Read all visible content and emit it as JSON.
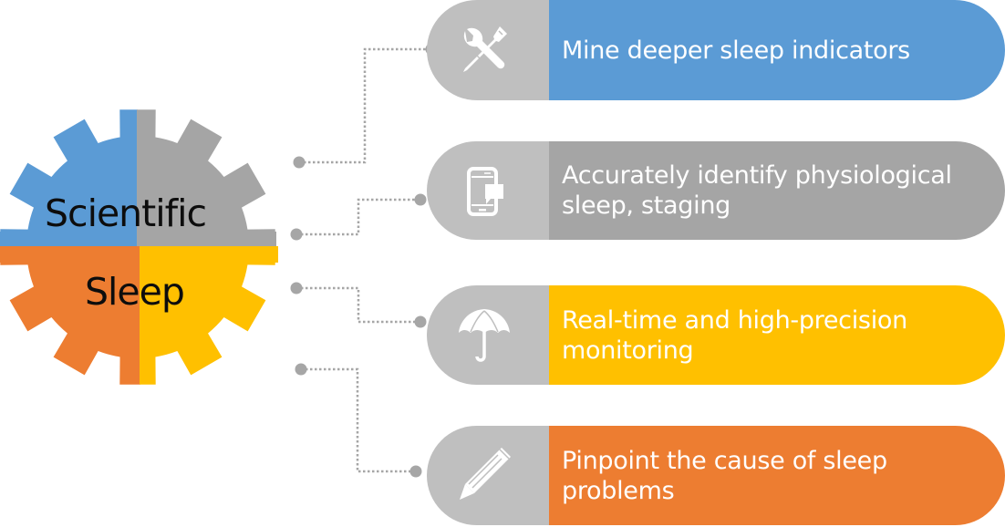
{
  "diagram": {
    "gear": {
      "label_top": "Scientific",
      "label_bottom": "Sleep",
      "quadrant_colors": {
        "top_left": "#5B9BD5",
        "top_right": "#A5A5A5",
        "bottom_left": "#ED7D31",
        "bottom_right": "#FFC000"
      }
    },
    "connector_color": "#A6A6A6",
    "icon_panel_color": "#BFBFBF",
    "items": [
      {
        "icon": "tools-icon",
        "text": "Mine deeper sleep indicators",
        "color": "#5B9BD5"
      },
      {
        "icon": "smartphone-message-icon",
        "text": "Accurately identify physiological sleep, staging",
        "color": "#A5A5A5"
      },
      {
        "icon": "umbrella-icon",
        "text": "Real-time and high-precision monitoring",
        "color": "#FFC000"
      },
      {
        "icon": "pencil-icon",
        "text": "Pinpoint the cause of sleep problems",
        "color": "#ED7D31"
      }
    ]
  }
}
